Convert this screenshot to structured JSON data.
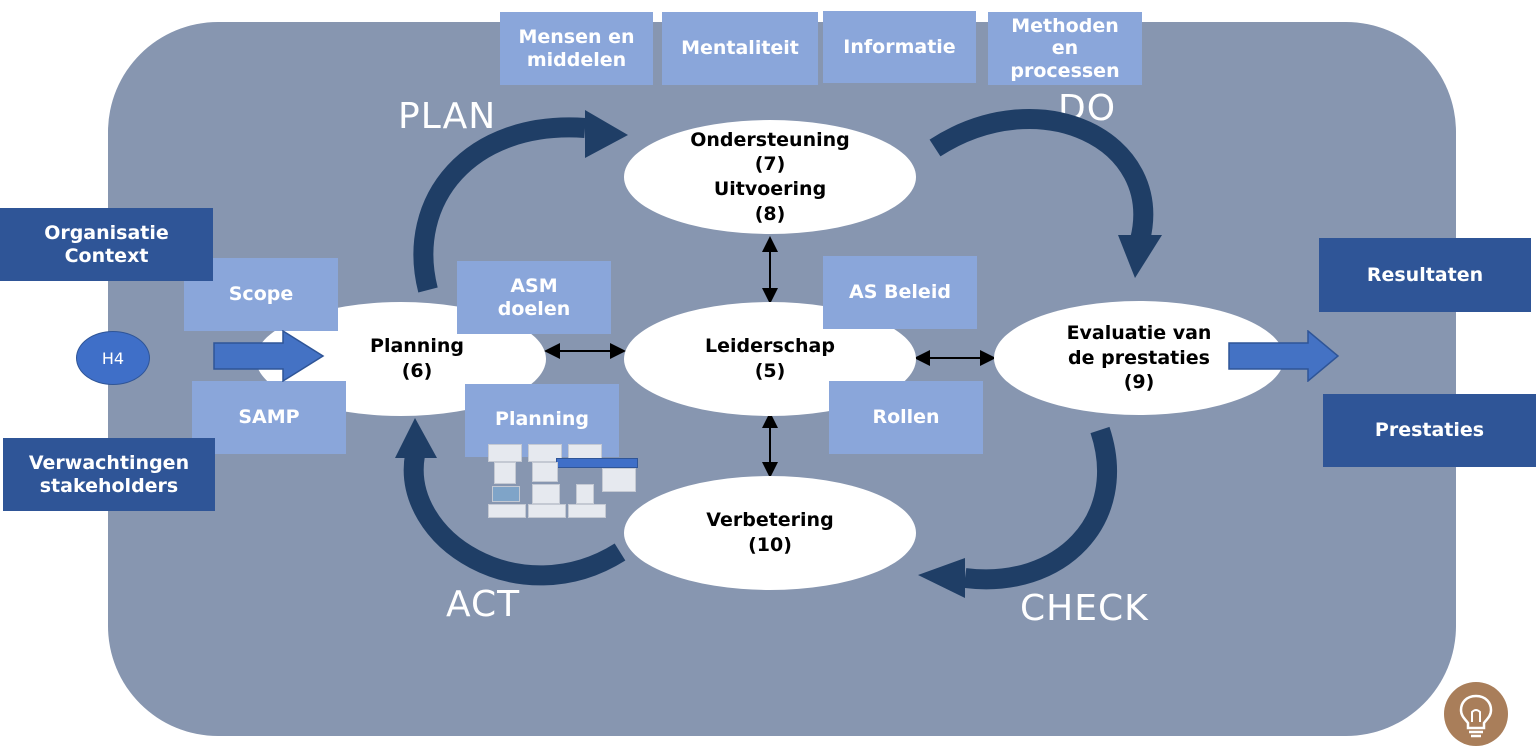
{
  "phases": {
    "plan": "PLAN",
    "do": "DO",
    "check": "CHECK",
    "act": "ACT"
  },
  "resources": {
    "mensen": "Mensen en middelen",
    "mentaliteit": "Mentaliteit",
    "informatie": "Informatie",
    "methoden": "Methoden en processen"
  },
  "ellipses": {
    "ondersteuning": {
      "line1": "Ondersteuning",
      "line2": "(7)",
      "line3": "Uitvoering",
      "line4": "(8)"
    },
    "planning": {
      "line1": "Planning",
      "line2": "(6)"
    },
    "leiderschap": {
      "line1": "Leiderschap",
      "line2": "(5)"
    },
    "evaluatie": {
      "line1": "Evaluatie van",
      "line2": "de prestaties",
      "line3": "(9)"
    },
    "verbetering": {
      "line1": "Verbetering",
      "line2": "(10)"
    }
  },
  "boxes": {
    "scope": "Scope",
    "samp": "SAMP",
    "asm_doelen": "ASM doelen",
    "planning": "Planning",
    "as_beleid": "AS Beleid",
    "rollen": "Rollen"
  },
  "inputs": {
    "organisatie_context": "Organisatie Context",
    "verwachtingen": "Verwachtingen stakeholders",
    "h4": "H4"
  },
  "outputs": {
    "resultaten": "Resultaten",
    "prestaties": "Prestaties"
  },
  "colors": {
    "panel": "#8796b0",
    "light_box": "#8aa6da",
    "dark_box": "#2f5597",
    "cycle_arrow": "#1f3e66",
    "block_arrow": "#4472c4",
    "bulb": "#a97e5a"
  },
  "icons": {
    "bulb": "lightbulb-icon"
  }
}
